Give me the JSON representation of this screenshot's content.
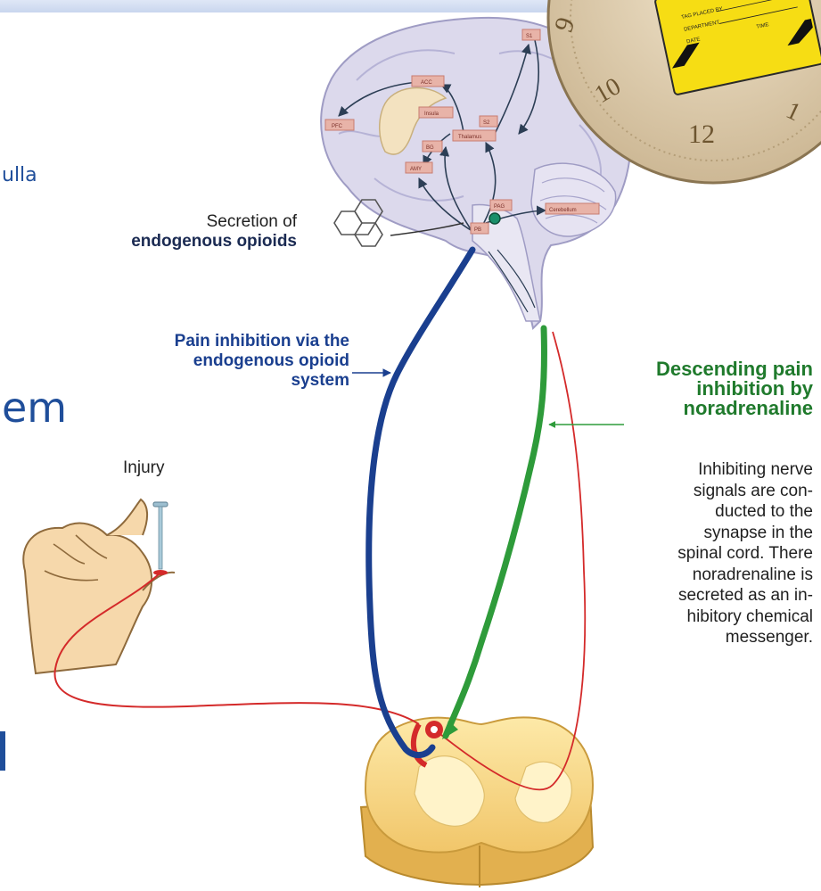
{
  "slide": {
    "fragment_medulla": "ulla",
    "fragment_system": "em"
  },
  "labels": {
    "secretion_line1": "Secretion of",
    "secretion_line2": "endogenous opioids",
    "opioid_line1": "Pain inhibition via the",
    "opioid_line2": "endogenous opioid",
    "opioid_line3": "system",
    "descending_line1": "Descending pain",
    "descending_line2": "inhibition by",
    "descending_line3": "noradrenaline",
    "injury": "Injury"
  },
  "description": {
    "lines": [
      "Inhibiting nerve",
      "signals are con-",
      "ducted to the",
      "synapse in the",
      "spinal cord. There",
      "noradrenaline is",
      "secreted as an in-",
      "hibitory chemical",
      "messenger."
    ]
  },
  "brain_regions": {
    "ss1": "S1",
    "acc": "ACC",
    "pfc": "PFC",
    "insula": "Insula",
    "s2": "S2",
    "thalamus": "Thalamus",
    "bg": "BG",
    "amy": "AMY",
    "pag": "PAG",
    "pb": "PB",
    "cerebellum": "Cerebellum"
  },
  "clock": {
    "numbers": [
      "9",
      "10",
      "12",
      "1"
    ],
    "tag": {
      "line1": "TAG PLACED BY",
      "line2": "DEPARTMENT",
      "line3": "DATE",
      "line4": "TIME"
    }
  },
  "colors": {
    "opioid_pathway": "#1a3f8f",
    "noradrenaline_pathway": "#2e9b3a",
    "nerve_signal": "#d42a2a",
    "slide_text": "#1f4e9a"
  }
}
